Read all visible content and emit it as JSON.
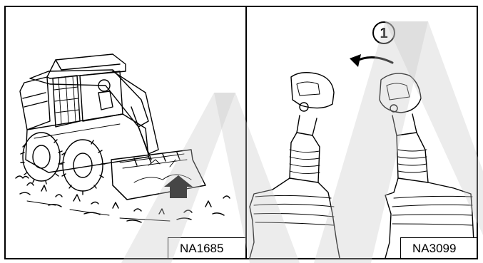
{
  "figures": [
    {
      "code": "NA1685"
    },
    {
      "code": "NA3099"
    }
  ],
  "callout": {
    "number": "1"
  }
}
